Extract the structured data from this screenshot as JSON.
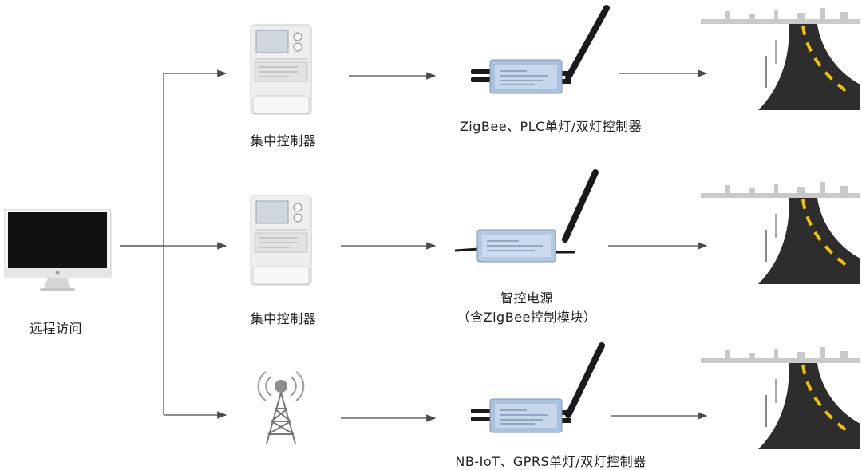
{
  "diagram": {
    "nodes": {
      "remote_access": {
        "label": "远程访问",
        "icon": "computer-monitor-icon"
      },
      "concentrator_1": {
        "label": "集中控制器",
        "icon": "concentrator-meter-icon"
      },
      "concentrator_2": {
        "label": "集中控制器",
        "icon": "concentrator-meter-icon"
      },
      "base_station": {
        "label": "",
        "icon": "cell-tower-icon"
      },
      "controller_1": {
        "label": "ZigBee、PLC单灯/双灯控制器",
        "icon": "lamp-controller-icon"
      },
      "controller_2": {
        "label_line1": "智控电源",
        "label_line2": "（含ZigBee控制模块）",
        "icon": "smart-power-supply-icon"
      },
      "controller_3": {
        "label": "NB-IoT、GPRS单灯/双灯控制器",
        "icon": "lamp-controller-icon"
      },
      "road_1": {
        "icon": "street-road-icon"
      },
      "road_2": {
        "icon": "street-road-icon"
      },
      "road_3": {
        "icon": "street-road-icon"
      }
    },
    "colors": {
      "line": "#4a4a4a",
      "device_body": "#a9c3de",
      "meter_body": "#eeeeee",
      "road": "#2d2d2d",
      "road_marking": "#f2c200"
    }
  }
}
